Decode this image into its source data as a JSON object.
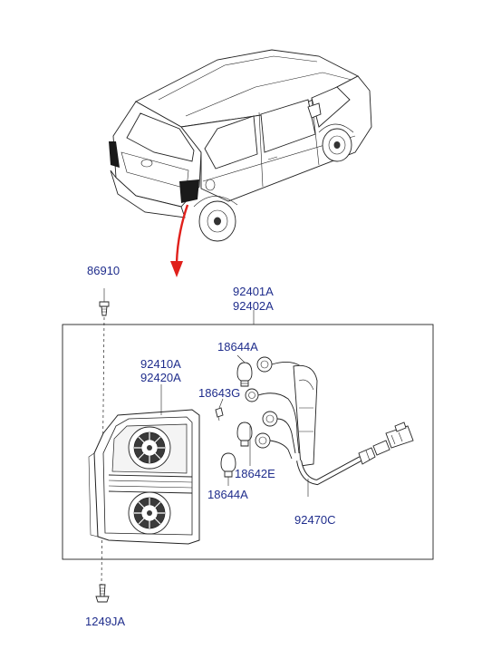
{
  "diagram": {
    "callouts": {
      "screw_top": "86910",
      "lamp_assy_1": "92401A",
      "lamp_assy_2": "92402A",
      "housing_1": "92410A",
      "housing_2": "92420A",
      "bulb_upper": "18644A",
      "bulb_wedge": "18643G",
      "bulb_mid": "18642E",
      "bulb_lower": "18644A",
      "harness": "92470C",
      "screw_bottom": "1249JA"
    },
    "colors": {
      "callout_text": "#1f2d8c",
      "pointer_arrow": "#e0201b",
      "line": "#222222",
      "lamp_glass": "#3a3a3a"
    }
  }
}
